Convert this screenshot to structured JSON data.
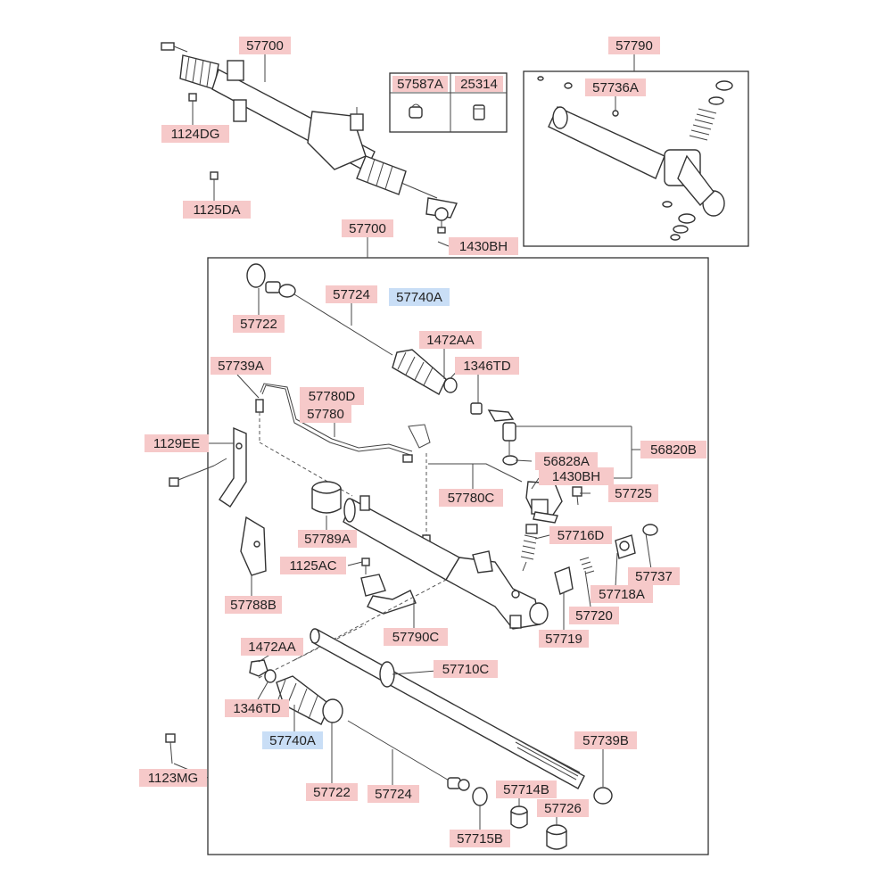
{
  "labels": {
    "assy_top": "57700",
    "bolt_1124dg": "1124DG",
    "bolt_1125da": "1125DA",
    "kit_57587a": "57587A",
    "kit_25314": "25314",
    "assy_57790": "57790",
    "part_57736a": "57736A",
    "assy_main": "57700",
    "clip_1430bh_top": "1430BH",
    "seal_57722_top": "57722",
    "rod_57724_top": "57724",
    "boot_57740a_top": "57740A",
    "nut_1472aa_top": "1472AA",
    "nut_1346td_top": "1346TD",
    "tube_57739a": "57739A",
    "tube_57780d": "57780D",
    "tube_57780": "57780",
    "bolt_1129ee": "1129EE",
    "end_56820b": "56820B",
    "end_56828a": "56828A",
    "clip_1430bh_mid": "1430BH",
    "tube_57780c": "57780C",
    "part_57725": "57725",
    "bush_57789a": "57789A",
    "part_57716d": "57716D",
    "cap_57737": "57737",
    "bolt_1125ac": "1125AC",
    "clamp_57788b": "57788B",
    "yoke_57718a": "57718A",
    "spring_57720": "57720",
    "plug_57719": "57719",
    "bracket_57790c": "57790C",
    "nut_1472aa_bot": "1472AA",
    "rack_57710c": "57710C",
    "nut_1346td_bot": "1346TD",
    "boot_57740a_bot": "57740A",
    "tube_57739b": "57739B",
    "bolt_1123mg": "1123MG",
    "seal_57722_bot": "57722",
    "rod_57724_bot": "57724",
    "bush_57714b": "57714B",
    "part_57726": "57726",
    "seal_57715b": "57715B"
  },
  "colors": {
    "label_red": "#f6c9c9",
    "label_blue": "#c9def6",
    "line": "#333333"
  }
}
